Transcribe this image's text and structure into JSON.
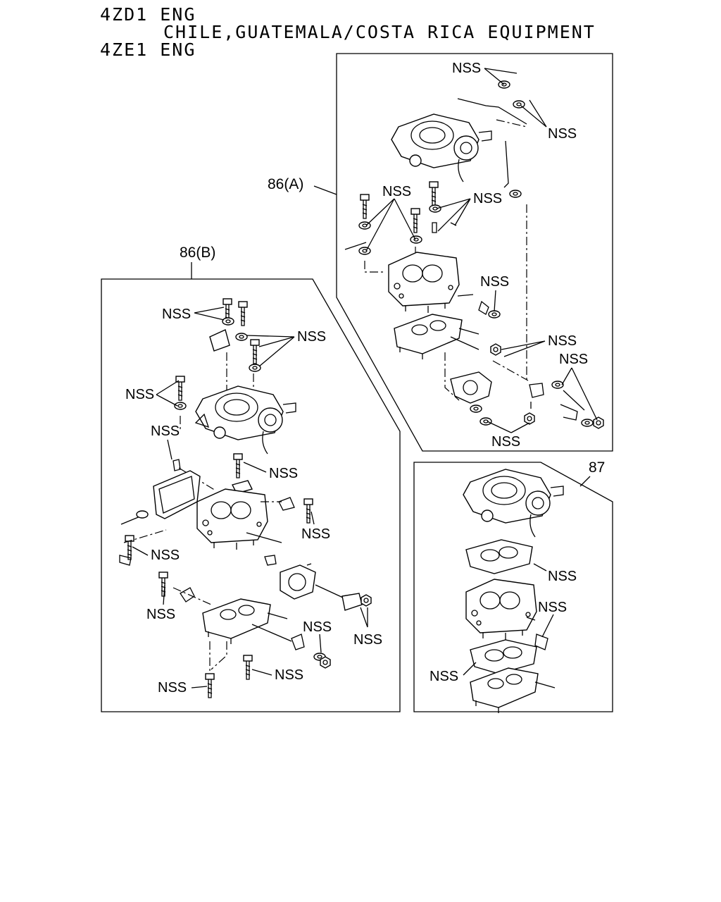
{
  "header": {
    "line1": "4ZD1 ENG",
    "line2": "CHILE,GUATEMALA/COSTA RICA EQUIPMENT",
    "line3": "4ZE1 ENG"
  },
  "callouts": {
    "ref_a": "86(A)",
    "ref_b": "86(B)",
    "ref_87": "87",
    "nss": "NSS"
  }
}
